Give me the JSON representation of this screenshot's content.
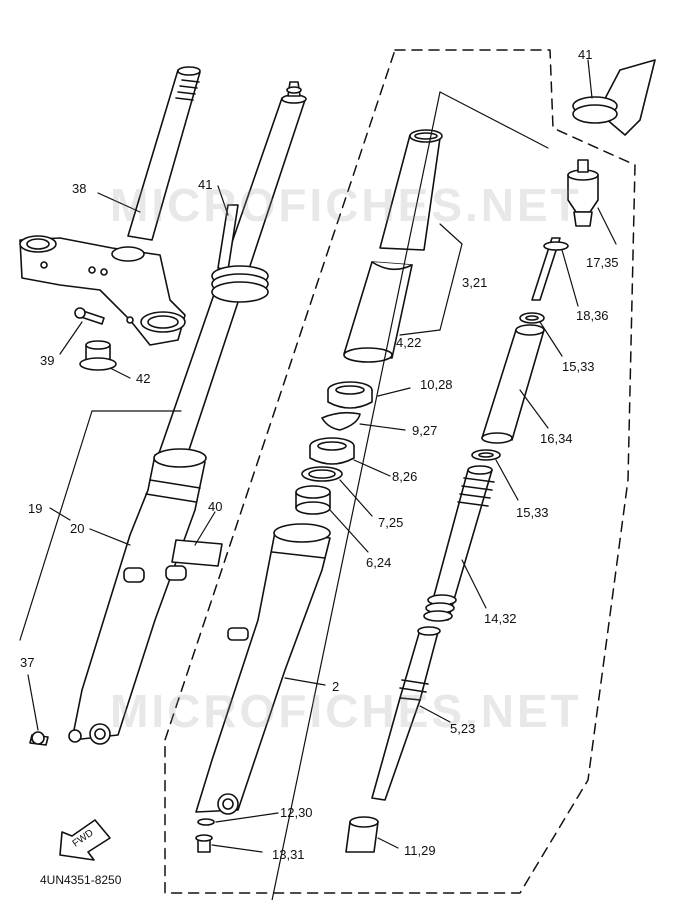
{
  "watermark": "MICROFICHES.NET",
  "figure_code": "4UN4351-8250",
  "fwd_label": "FWD",
  "labels": {
    "l41a": "41",
    "l41b": "41",
    "l38": "38",
    "l39": "39",
    "l42": "42",
    "l19": "19",
    "l20": "20",
    "l40": "40",
    "l37": "37",
    "l2": "2",
    "l321": "3,21",
    "l422": "4,22",
    "l1028": "10,28",
    "l927": "9,27",
    "l826": "8,26",
    "l725": "7,25",
    "l624": "6,24",
    "l1735": "17,35",
    "l1836": "18,36",
    "l1533a": "15,33",
    "l1634": "16,34",
    "l1533b": "15,33",
    "l1432": "14,32",
    "l523": "5,23",
    "l1230": "12,30",
    "l1331": "13,31",
    "l1129": "11,29"
  }
}
